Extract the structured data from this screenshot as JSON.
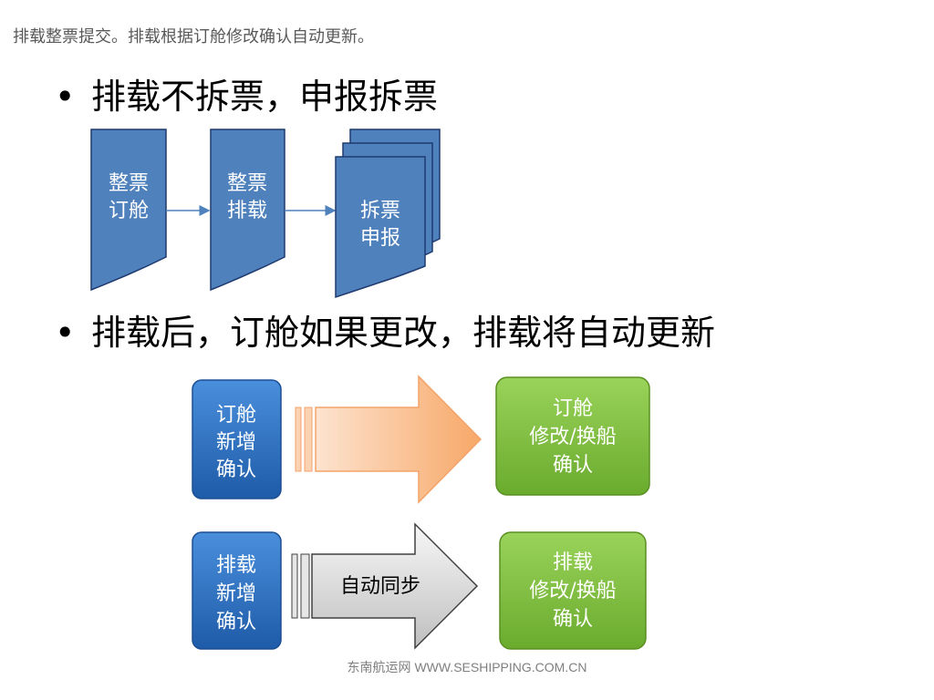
{
  "header": {
    "text": "排载整票提交。排载根据订舱修改确认自动更新。"
  },
  "bullets": [
    {
      "marker": "•",
      "text": "排载不拆票，申报拆票"
    },
    {
      "marker": "•",
      "text": "排载后，订舱如果更改，排载将自动更新"
    }
  ],
  "flow1": {
    "doc1": {
      "line1": "整票",
      "line2": "订舱"
    },
    "doc2": {
      "line1": "整票",
      "line2": "排载"
    },
    "doc3": {
      "line1": "拆票",
      "line2": "申报"
    }
  },
  "flow2": {
    "row1": {
      "source": {
        "line1": "订舱",
        "line2": "新增",
        "line3": "确认"
      },
      "target": {
        "line1": "订舱",
        "line2": "修改/换船",
        "line3": "确认"
      }
    },
    "row2": {
      "source": {
        "line1": "排载",
        "line2": "新增",
        "line3": "确认"
      },
      "arrow_label": "自动同步",
      "target": {
        "line1": "排载",
        "line2": "修改/换船",
        "line3": "确认"
      }
    }
  },
  "footer": {
    "site_name": "东南航运网",
    "url": "WWW.SESHIPPING.COM.CN"
  },
  "colors": {
    "doc_fill": "#4f81bd",
    "doc_stroke": "#1f3a6e",
    "blue_box": "#2e6fc0",
    "green_box": "#80c040",
    "orange_arrow": "#f8b98a",
    "gray_arrow": "#d9d9d9"
  }
}
